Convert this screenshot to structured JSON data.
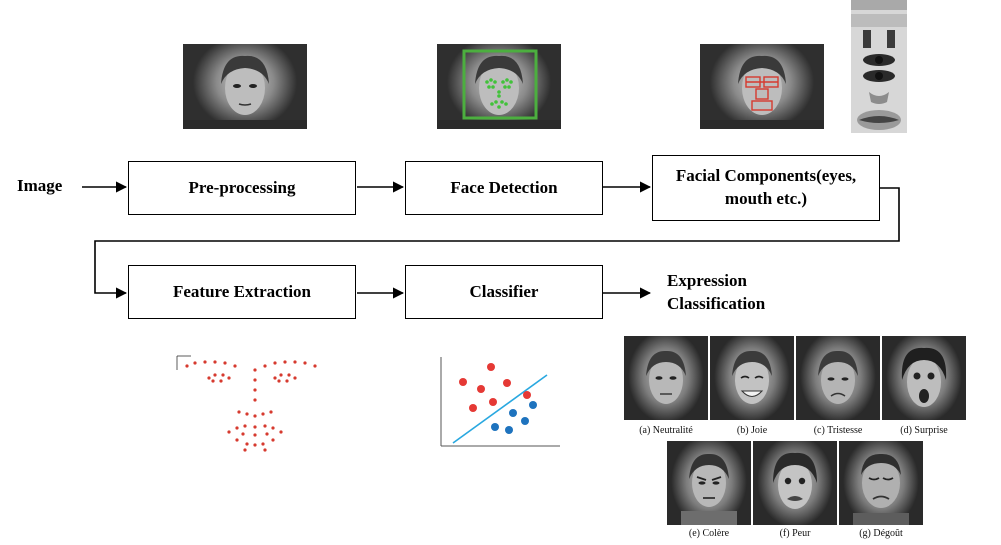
{
  "flow": {
    "input_label": "Image",
    "preprocessing": "Pre-processing",
    "face_detection": "Face Detection",
    "facial_components": "Facial Components(eyes, mouth etc.)",
    "feature_extraction": "Feature Extraction",
    "classifier": "Classifier",
    "output_label": "Expression Classification"
  },
  "expressions": [
    {
      "caption": "(a) Neutralité"
    },
    {
      "caption": "(b) Joie"
    },
    {
      "caption": "(c) Tristesse"
    },
    {
      "caption": "(d) Surprise"
    },
    {
      "caption": "(e) Colère"
    },
    {
      "caption": "(f) Peur"
    },
    {
      "caption": "(g) Dégoût"
    }
  ],
  "colors": {
    "line": "#000000",
    "detection_box": "#4caf3f",
    "landmarks_green": "#41c23a",
    "landmarks_red": "#d63a2f",
    "scatter_red": "#e53935",
    "scatter_blue": "#1e73be",
    "separator": "#29a8e0"
  },
  "icons": [
    "face-photo",
    "detection-box",
    "landmark-overlay",
    "facial-component-strip",
    "landmark-plot",
    "scatter-classifier"
  ]
}
